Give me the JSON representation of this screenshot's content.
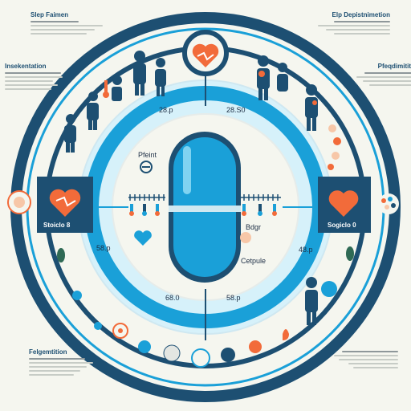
{
  "corners": {
    "top_left": "Slep Faimen",
    "top_right": "Elp Depistnimetion",
    "mid_left": "Insekentation",
    "mid_right": "Pfeqdimitition",
    "bottom_left": "Felgemtition"
  },
  "ring_values": {
    "upper_left": "28.p",
    "upper_right": "28.S0",
    "lower_left_mid": "58.p",
    "lower_right_mid": "48.p",
    "bottom_left": "68.0",
    "bottom_right": "58.p"
  },
  "center": {
    "top_label": "Pfeint",
    "right_label": "Bdgr",
    "bottom_label": "Cetpule"
  },
  "side_panels": {
    "left": "Stoiclo 8",
    "right": "Sogiclo 0"
  },
  "colors": {
    "navy": "#1d4f72",
    "blue": "#1aa0d8",
    "light_blue": "#d6f1fa",
    "orange": "#f26b3a",
    "cream": "#f5f6ef"
  }
}
